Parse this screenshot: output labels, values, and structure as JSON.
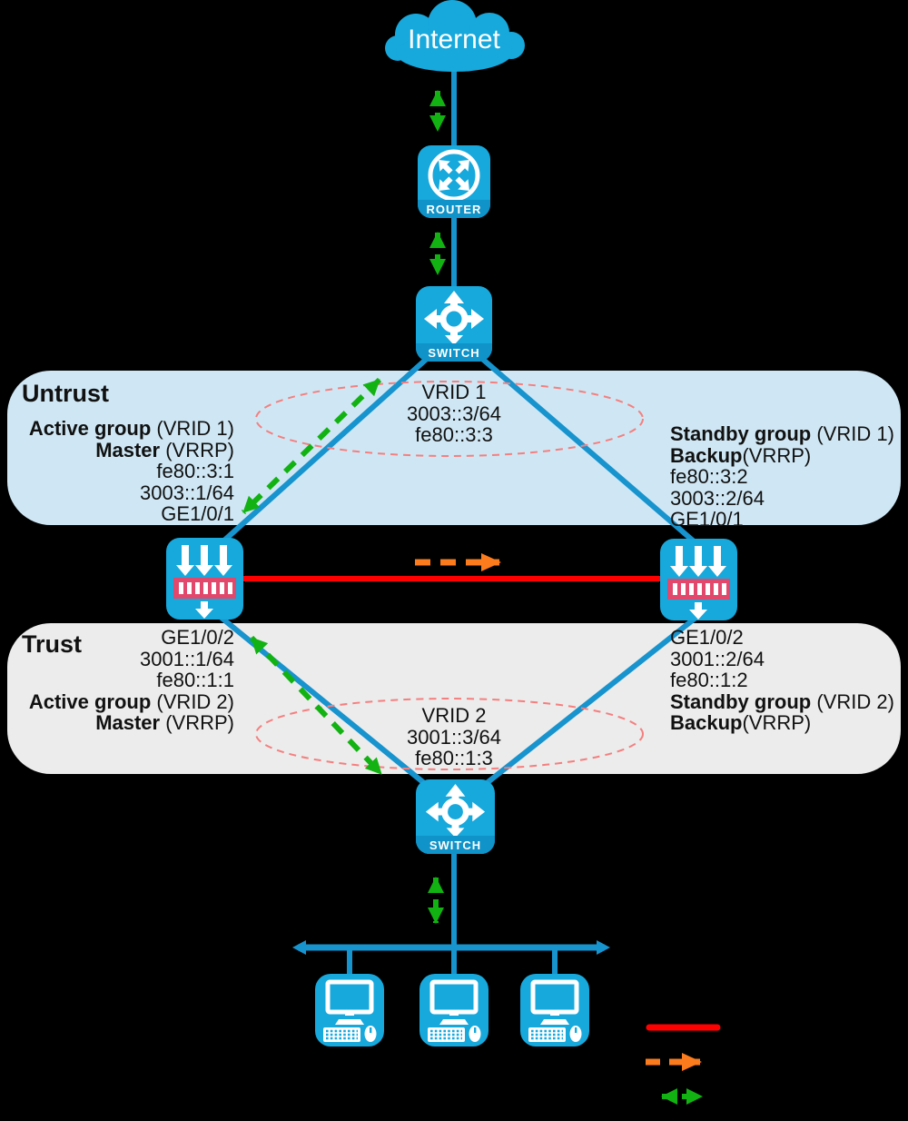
{
  "colors": {
    "node_blue": "#17a8dc",
    "link_blue": "#1793ce",
    "zone_untrust_fill": "#cfe7f4",
    "zone_trust_fill": "#ececec",
    "vrrp_red": "#ff0000",
    "flow_orange": "#fb7b1d",
    "flow_green": "#12b212",
    "ellipse_red": "#f57f7f",
    "firewall_bar": "#e2486b"
  },
  "nodes": {
    "internet": {
      "label": "Internet"
    },
    "router": {
      "label": "ROUTER"
    },
    "switch_top": {
      "label": "SWITCH"
    },
    "switch_bottom": {
      "label": "SWITCH"
    }
  },
  "zones": {
    "untrust": {
      "label": "Untrust",
      "left": {
        "l1b": "Active group",
        "l1r": " (VRID 1)",
        "l2b": "Master",
        "l2r": " (VRRP)",
        "l3": "fe80::3:1",
        "l4": "3003::1/64",
        "l5": "GE1/0/1"
      },
      "center": {
        "l1": "VRID 1",
        "l2": "3003::3/64",
        "l3": "fe80::3:3"
      },
      "right": {
        "l1b": "Standby group",
        "l1r": " (VRID 1)",
        "l2b": "Backup",
        "l2r": "(VRRP)",
        "l3": "fe80::3:2",
        "l4": "3003::2/64",
        "l5": "GE1/0/1"
      }
    },
    "trust": {
      "label": "Trust",
      "left": {
        "l1": "GE1/0/2",
        "l2": "3001::1/64",
        "l3": "fe80::1:1",
        "l4b": "Active group",
        "l4r": " (VRID 2)",
        "l5b": "Master",
        "l5r": " (VRRP)"
      },
      "center": {
        "l1": "VRID 2",
        "l2": "3001::3/64",
        "l3": "fe80::1:3"
      },
      "right": {
        "l1": "GE1/0/2",
        "l2": "3001::2/64",
        "l3": "fe80::1:2",
        "l4b": "Standby group",
        "l4r": " (VRID 2)",
        "l5b": "Backup",
        "l5r": "(VRRP)"
      }
    }
  }
}
